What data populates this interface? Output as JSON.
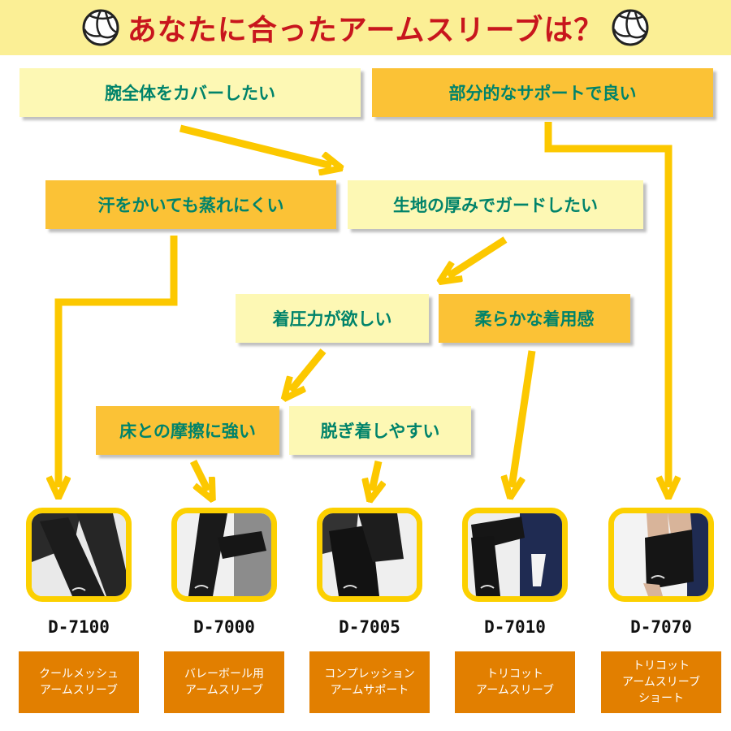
{
  "title": "あなたに合ったアームスリーブは？",
  "questions": {
    "cover_whole_arm": "腕全体をカバーしたい",
    "partial_support": "部分的なサポートで良い",
    "no_stuffiness": "汗をかいても蒸れにくい",
    "fabric_guard": "生地の厚みでガードしたい",
    "compression": "着圧力が欲しい",
    "soft_fit": "柔らかな着用感",
    "floor_friction": "床との摩擦に強い",
    "easy_wear": "脱ぎ着しやすい"
  },
  "products": [
    {
      "code": "D-7100",
      "name": "クールメッシュ\nアームスリーブ"
    },
    {
      "code": "D-7000",
      "name": "バレーボール用\nアームスリーブ"
    },
    {
      "code": "D-7005",
      "name": "コンプレッション\nアームサポート"
    },
    {
      "code": "D-7010",
      "name": "トリコット\nアームスリーブ"
    },
    {
      "code": "D-7070",
      "name": "トリコット\nアームスリーブ\nショート"
    }
  ],
  "colors": {
    "header_bg": "#fbef95",
    "title": "#c8161d",
    "question_text": "#00836a",
    "light_box": "#fdf8b4",
    "dark_box": "#fbc236",
    "arrow": "#fcc800",
    "frame": "#fcd000",
    "product_box": "#e27f00"
  },
  "icons": [
    "volleyball-icon"
  ]
}
